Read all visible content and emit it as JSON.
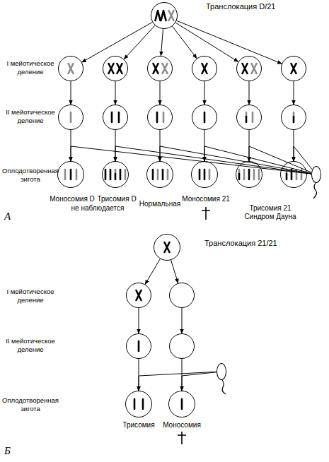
{
  "diagram": {
    "nodes": [
      {
        "text": [
          "Транслокация D/21"
        ]
      },
      {
        "text": []
      },
      {
        "text": []
      },
      {
        "text": []
      },
      {
        "text": []
      },
      {
        "text": []
      },
      {
        "text": []
      },
      {
        "text": []
      },
      {
        "text": []
      },
      {
        "text": []
      },
      {
        "text": []
      },
      {
        "text": []
      },
      {
        "text": []
      },
      {
        "text": []
      },
      {
        "text": []
      },
      {
        "text": []
      },
      {
        "text": []
      },
      {
        "text": []
      },
      {
        "text": []
      },
      {
        "text": []
      },
      {
        "text": [
          "Транслокация 21/21"
        ]
      },
      {
        "text": []
      },
      {
        "text": []
      },
      {
        "text": []
      },
      {
        "text": []
      },
      {
        "text": []
      },
      {
        "text": []
      },
      {
        "text": []
      }
    ],
    "edges": [
      {
        "from": 0,
        "to": 1,
        "arrow": "to"
      },
      {
        "from": 0,
        "to": 2,
        "arrow": "to"
      },
      {
        "from": 0,
        "to": 3,
        "arrow": "to"
      },
      {
        "from": 0,
        "to": 4,
        "arrow": "to"
      },
      {
        "from": 0,
        "to": 5,
        "arrow": "to"
      },
      {
        "from": 0,
        "to": 6,
        "arrow": "to"
      },
      {
        "from": 1,
        "to": 7,
        "arrow": "to"
      },
      {
        "from": 2,
        "to": 8,
        "arrow": "to"
      },
      {
        "from": 3,
        "to": 9,
        "arrow": "to"
      },
      {
        "from": 4,
        "to": 10,
        "arrow": "to"
      },
      {
        "from": 5,
        "to": 11,
        "arrow": "to"
      },
      {
        "from": 6,
        "to": 12,
        "arrow": "to"
      },
      {
        "from": 7,
        "to": 13,
        "arrow": "to"
      },
      {
        "from": 8,
        "to": 14,
        "arrow": "to"
      },
      {
        "from": 9,
        "to": 15,
        "arrow": "to"
      },
      {
        "from": 10,
        "to": 16,
        "arrow": "to"
      },
      {
        "from": 11,
        "to": 17,
        "arrow": "to"
      },
      {
        "from": 12,
        "to": 18,
        "arrow": "to"
      },
      {
        "from": 19,
        "to": 13,
        "arrow": "to"
      },
      {
        "from": 19,
        "to": 14,
        "arrow": "to"
      },
      {
        "from": 19,
        "to": 15,
        "arrow": "to"
      },
      {
        "from": 19,
        "to": 16,
        "arrow": "to"
      },
      {
        "from": 19,
        "to": 17,
        "arrow": "to"
      },
      {
        "from": 19,
        "to": 18,
        "arrow": "to"
      },
      {
        "from": 20,
        "to": 21,
        "arrow": "to"
      },
      {
        "from": 20,
        "to": 22,
        "arrow": "to"
      },
      {
        "from": 21,
        "to": 23,
        "arrow": "to"
      },
      {
        "from": 22,
        "to": 24,
        "arrow": "to"
      },
      {
        "from": 23,
        "to": 25,
        "arrow": "to"
      },
      {
        "from": 24,
        "to": 26,
        "arrow": "to"
      },
      {
        "from": 27,
        "to": 25,
        "arrow": "to"
      },
      {
        "from": 27,
        "to": 26,
        "arrow": "to"
      }
    ],
    "labels": [
      "I мейотическое деление",
      "II мейотическое деление",
      "Оплодотворенная зигота",
      "Моносомия D",
      "Трисомия D",
      "не наблюдается",
      "Нормальная",
      "Моносомия 21",
      "Трисомия 21 Синдром Дауна",
      "А",
      "I мейотическое деление",
      "II мейотическое деление",
      "Оплодотворенная зигота",
      "Трисомия",
      "Моносомия",
      "Б"
    ]
  }
}
